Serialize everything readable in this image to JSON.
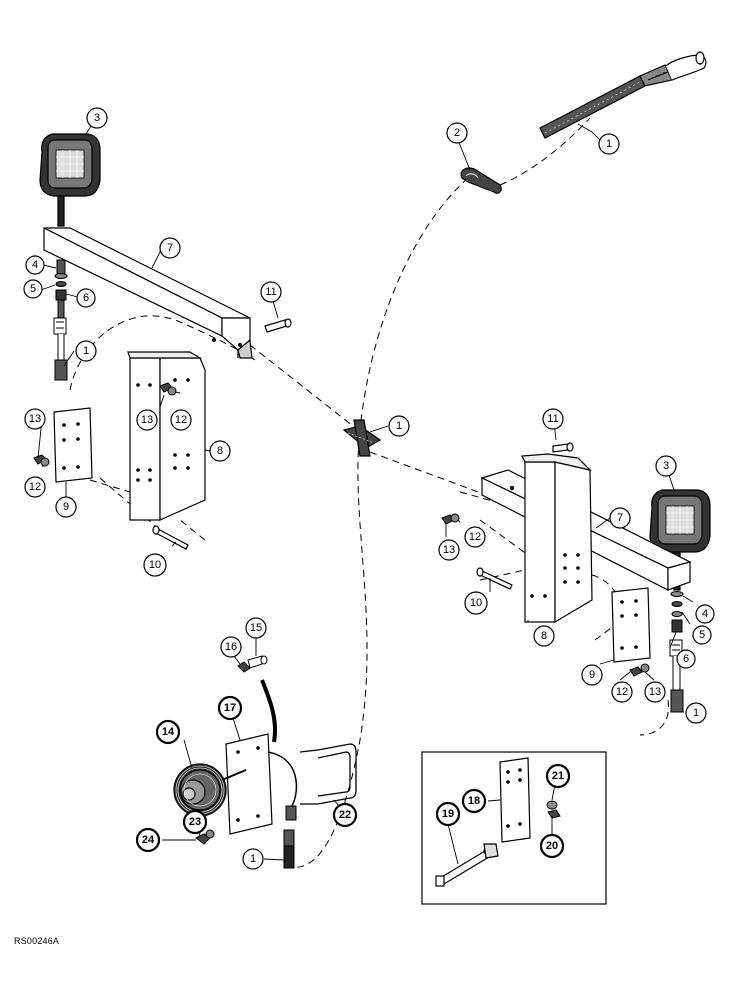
{
  "diagram": {
    "reference_code": "RS00246A",
    "callouts": {
      "c1a": "1",
      "c1b": "1",
      "c1c": "1",
      "c1d": "1",
      "c1e": "1",
      "c2": "2",
      "c3a": "3",
      "c3b": "3",
      "c4a": "4",
      "c4b": "4",
      "c5a": "5",
      "c5b": "5",
      "c6a": "6",
      "c6b": "6",
      "c7a": "7",
      "c7b": "7",
      "c8a": "8",
      "c8b": "8",
      "c9a": "9",
      "c9b": "9",
      "c10a": "10",
      "c10b": "10",
      "c11a": "11",
      "c11b": "11",
      "c12a": "12",
      "c12b": "12",
      "c12c": "12",
      "c12d": "12",
      "c13a": "13",
      "c13b": "13",
      "c13c": "13",
      "c13d": "13",
      "c14": "14",
      "c15": "15",
      "c16": "16",
      "c17": "17",
      "c18": "18",
      "c19": "19",
      "c20": "20",
      "c21": "21",
      "c22": "22",
      "c23": "23",
      "c24": "24"
    }
  }
}
